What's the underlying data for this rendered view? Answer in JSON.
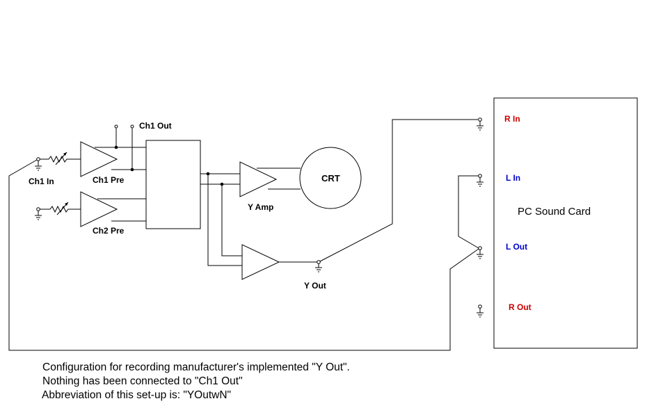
{
  "labels": {
    "ch1_out": "Ch1 Out",
    "ch1_in": "Ch1 In",
    "ch1_pre": "Ch1 Pre",
    "ch2_pre": "Ch2 Pre",
    "crt": "CRT",
    "y_amp": "Y Amp",
    "y_out": "Y Out",
    "sound_card": "PC Sound Card",
    "r_in": "R In",
    "l_in": "L In",
    "l_out": "L Out",
    "r_out": "R Out"
  },
  "caption": {
    "line1": "Configuration for recording  manufacturer's implemented \"Y Out\".",
    "line2": "Nothing has been connected to \"Ch1 Out\"",
    "line3": "Abbreviation of this set-up is: \"YOutwN\""
  },
  "colors": {
    "right_channel": "#cc0000",
    "left_channel": "#0000cc",
    "wire": "#000000"
  }
}
